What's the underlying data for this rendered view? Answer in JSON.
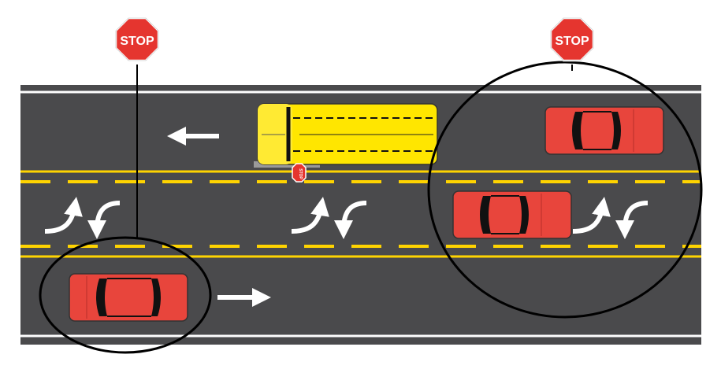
{
  "signs": {
    "left": {
      "label": "STOP"
    },
    "right": {
      "label": "STOP"
    },
    "bus_arm": {
      "label": "STOP"
    }
  },
  "colors": {
    "road": "#4a4a4c",
    "lane_white": "#ffffff",
    "lane_yellow": "#ffd400",
    "car": "#e8453c",
    "bus": "#ffe600",
    "sign": "#e5352f",
    "circle": "#000000"
  },
  "icons": {
    "direction_arrows": [
      "arrow-left-icon",
      "arrow-right-icon"
    ],
    "turn_arrows": [
      "turn-up-right-icon",
      "turn-down-left-icon"
    ]
  }
}
